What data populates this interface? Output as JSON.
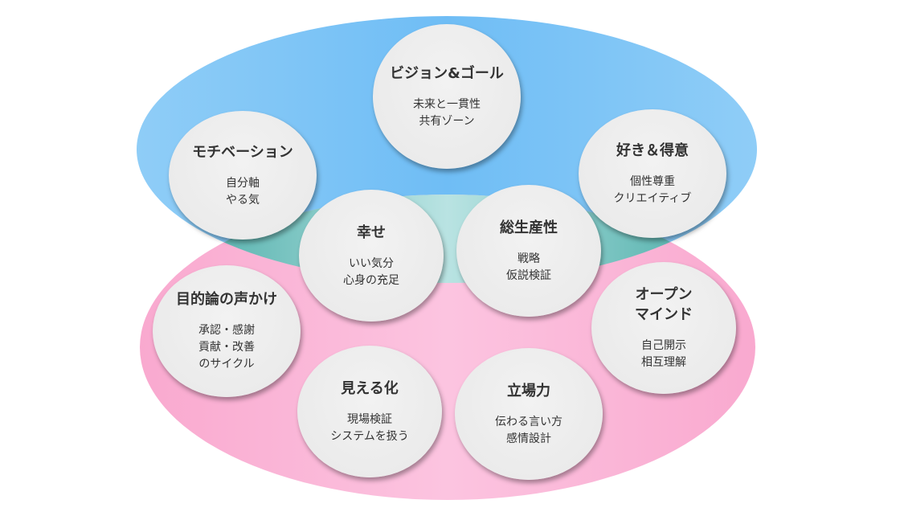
{
  "colors": {
    "top_ellipse": "#7cc4f5",
    "bottom_ellipse": "#fbb5d8",
    "overlap": "#5fb8b4"
  },
  "nodes": [
    {
      "title": "ビジョン&ゴール",
      "sub": "未来と一貫性\n共有ゾーン"
    },
    {
      "title": "モチベーション",
      "sub": "自分軸\nやる気"
    },
    {
      "title": "好き＆得意",
      "sub": "個性尊重\nクリエイティブ"
    },
    {
      "title": "幸せ",
      "sub": "いい気分\n心身の充足"
    },
    {
      "title": "総生産性",
      "sub": "戦略\n仮説検証"
    },
    {
      "title": "目的論の声かけ",
      "sub": "承認・感謝\n貢献・改善\nのサイクル"
    },
    {
      "title": "オープン\nマインド",
      "sub": "自己開示\n相互理解"
    },
    {
      "title": "見える化",
      "sub": "現場検証\nシステムを扱う"
    },
    {
      "title": "立場力",
      "sub": "伝わる言い方\n感情設計"
    }
  ]
}
